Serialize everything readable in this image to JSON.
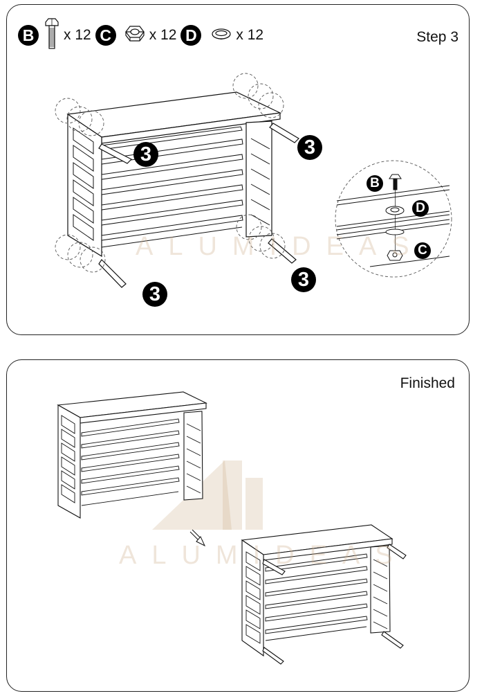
{
  "step_panel": {
    "title": "Step 3",
    "parts": [
      {
        "label": "B",
        "icon": "bolt-icon",
        "quantity": "x 12"
      },
      {
        "label": "C",
        "icon": "hex-nut-icon",
        "quantity": "x 12"
      },
      {
        "label": "D",
        "icon": "washer-icon",
        "quantity": "x 12"
      },
      {
        "label": "",
        "icon": "",
        "quantity": ""
      }
    ],
    "callouts": [
      "3",
      "3",
      "3",
      "3"
    ],
    "detail": {
      "bolt_label": "B",
      "washer_label": "D",
      "nut_label": "C"
    }
  },
  "finished_panel": {
    "title": "Finished"
  },
  "watermark": {
    "text": "ALUMIDEAS",
    "color": "#CDAF8C"
  }
}
